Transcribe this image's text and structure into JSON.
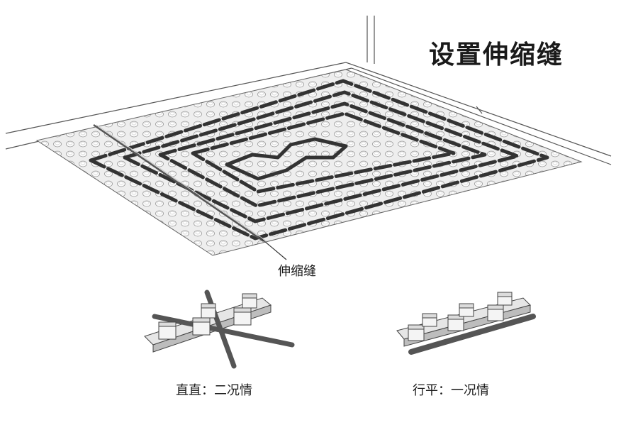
{
  "title": "设置伸缩缝",
  "callout_label": "伸缩缝",
  "cases": [
    {
      "label": "直直：二况情"
    },
    {
      "label": "行平：一况情"
    }
  ],
  "colors": {
    "line": "#222222",
    "pipe": "#333333",
    "board": "#ececec",
    "boss": "#f7f7f7",
    "wall": "#555555"
  }
}
